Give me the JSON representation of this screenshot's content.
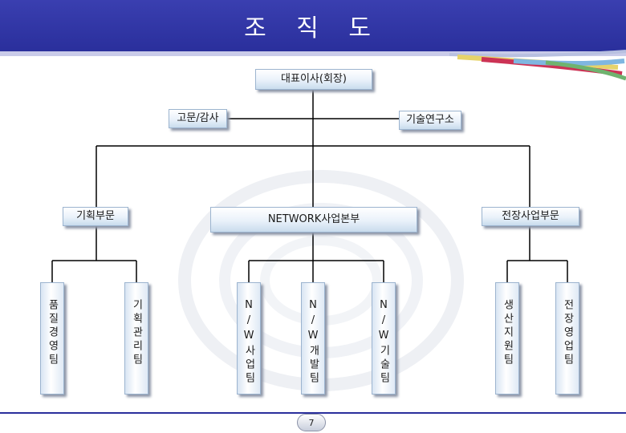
{
  "header": {
    "title": "조 직 도"
  },
  "org": {
    "ceo": "대표이사(회장)",
    "advisor": "고문/감사",
    "lab": "기술연구소",
    "planning_div": "기획부문",
    "network_div": "NETWORK사업본부",
    "exhibit_div": "전장사업부문",
    "teams": {
      "quality": "품질경영팀",
      "planning": "기획관리팀",
      "nw_sales": "N/W사업팀",
      "nw_dev": "N/W개발팀",
      "nw_tech": "N/W기술팀",
      "production": "생산지원팀",
      "exhibit_sales": "전장영업팀"
    }
  },
  "footer": {
    "page_number": "7"
  },
  "colors": {
    "header": "#2a2f9c",
    "box_border": "#9cb4cf",
    "line": "#000000"
  }
}
